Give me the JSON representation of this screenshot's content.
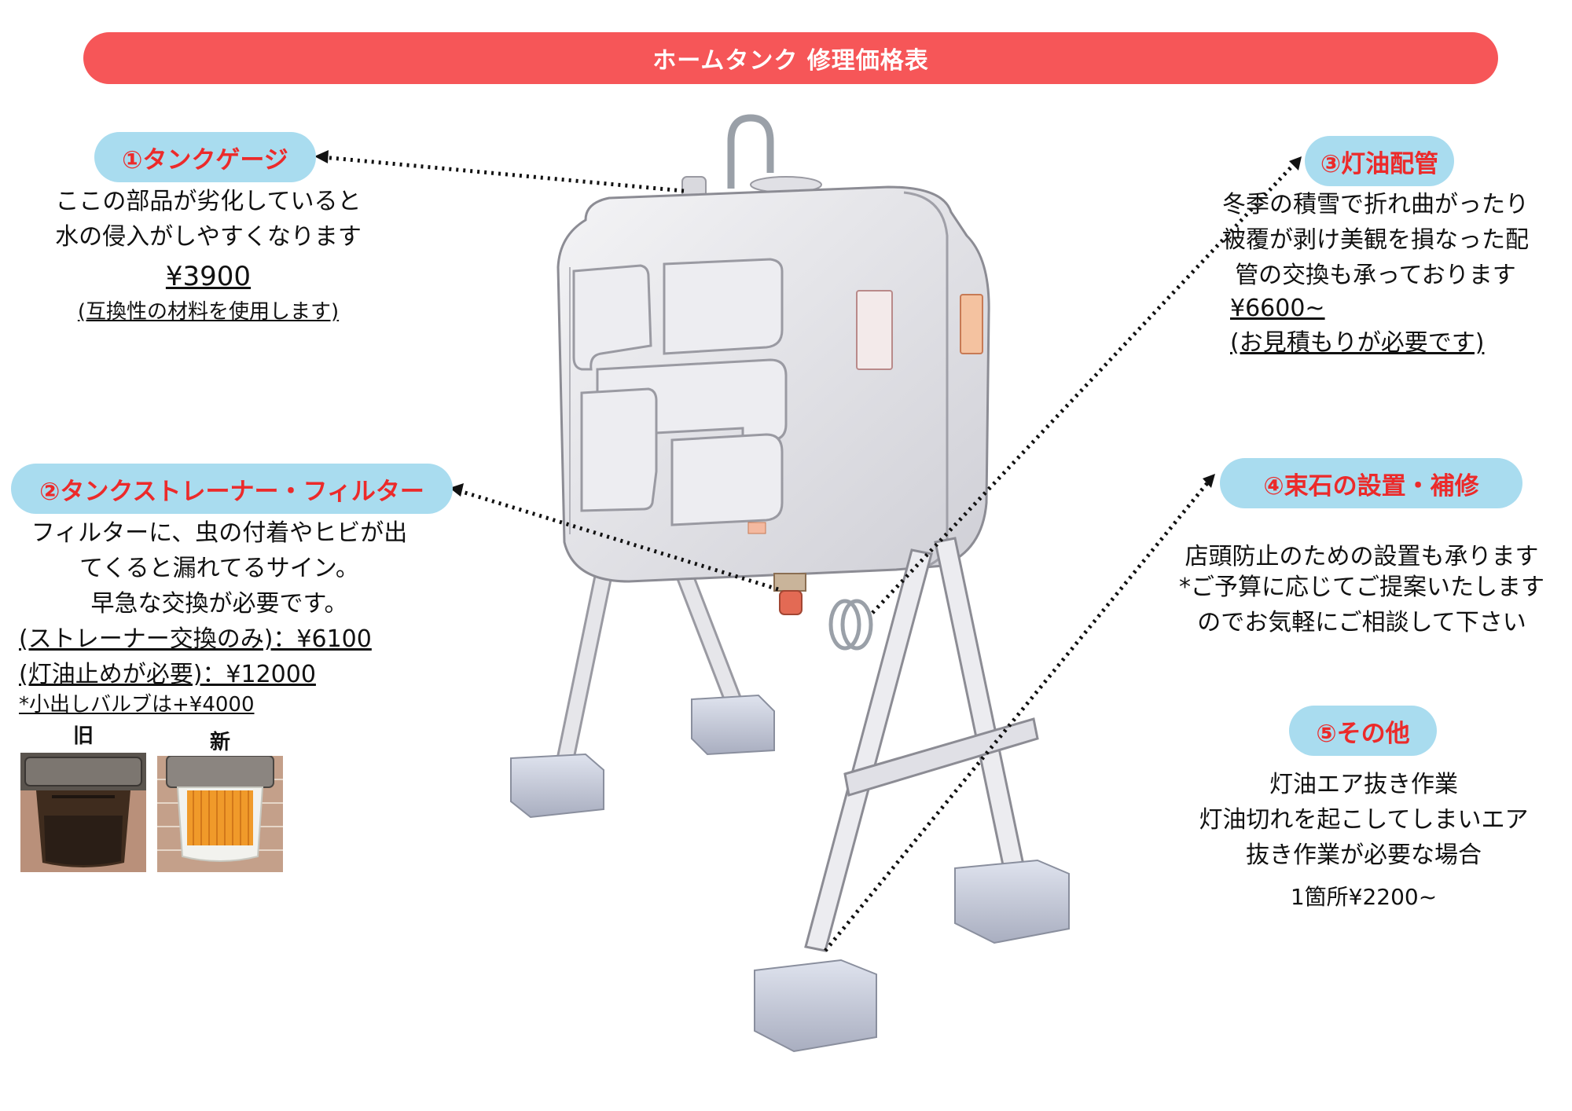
{
  "title": "ホームタンク 修理価格表",
  "section1": {
    "label": "①タンクゲージ",
    "desc": [
      "ここの部品が劣化していると",
      "水の侵入がしやすくなります"
    ],
    "price": "¥3900",
    "note": "(互換性の材料を使用します)"
  },
  "section2": {
    "label": "②タンクストレーナー・フィルター",
    "desc": [
      "フィルターに、虫の付着やヒビが出",
      "てくると漏れてるサイン。",
      "早急な交換が必要です。"
    ],
    "price1": "(ストレーナー交換のみ)：¥6100",
    "price2": "(灯油止めが必要)：¥12000",
    "note": "*小出しバルブは+¥4000",
    "old_label": "旧",
    "new_label": "新"
  },
  "section3": {
    "label": "③灯油配管",
    "desc": [
      "冬季の積雪で折れ曲がったり",
      "被覆が剥け美観を損なった配",
      "管の交換も承っております"
    ],
    "price": "¥6600~",
    "note": "(お見積もりが必要です)"
  },
  "section4": {
    "label": "④束石の設置・補修",
    "desc": [
      "店頭防止のための設置も承ります",
      "*ご予算に応じてご提案いたします",
      "のでお気軽にご相談して下さい"
    ]
  },
  "section5": {
    "label": "⑤その他",
    "desc": [
      "灯油エア抜き作業",
      "灯油切れを起こしてしまいエア",
      "抜き作業が必要な場合"
    ],
    "price": "1箇所¥2200~"
  },
  "colors": {
    "title_bg": "#f65658",
    "pill_bg": "#a9dcef",
    "pill_text": "#ec2a2a"
  }
}
